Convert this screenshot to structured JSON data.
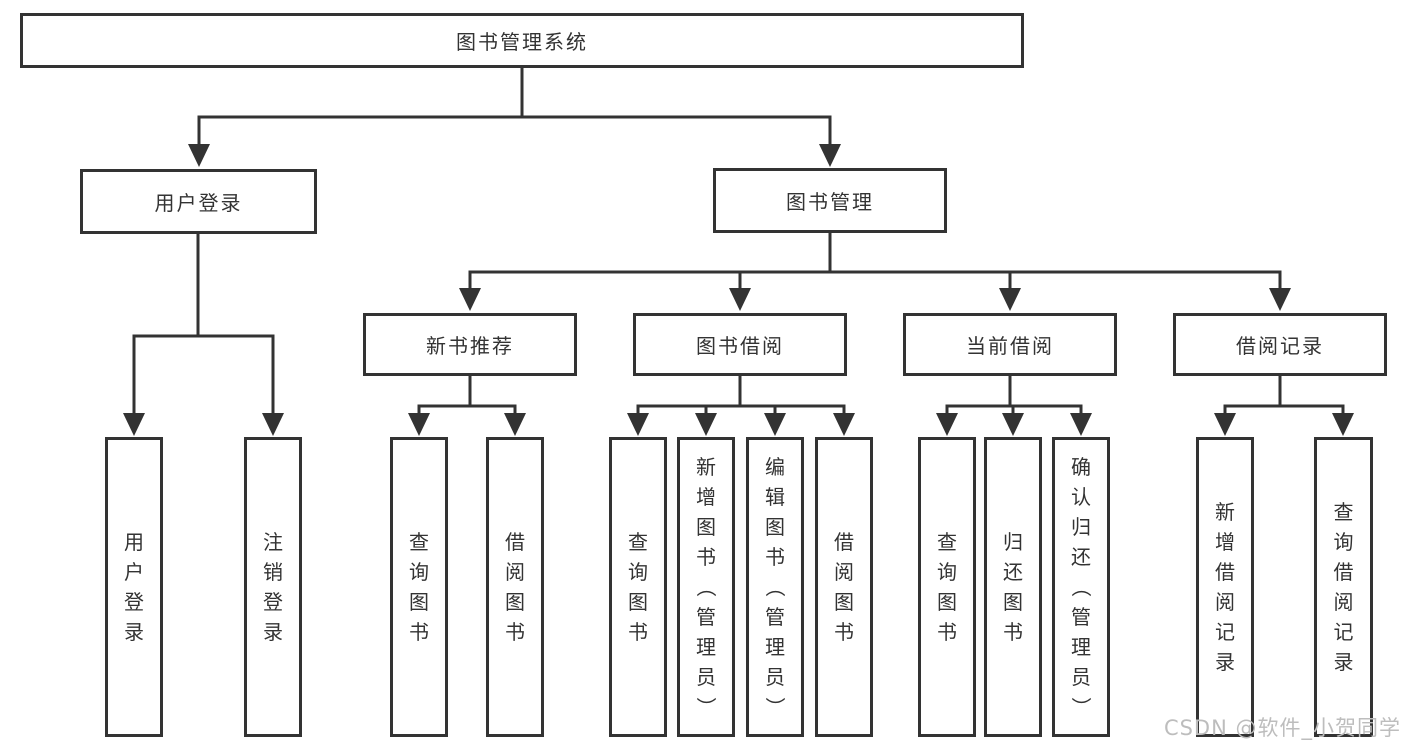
{
  "diagram": {
    "root": "图书管理系统",
    "user_branch": {
      "label": "用户登录",
      "children": [
        "用户登录",
        "注销登录"
      ]
    },
    "book_branch": {
      "label": "图书管理",
      "sections": [
        {
          "label": "新书推荐",
          "children": [
            "查询图书",
            "借阅图书"
          ]
        },
        {
          "label": "图书借阅",
          "children": [
            "查询图书",
            "新增图书（管理员）",
            "编辑图书（管理员）",
            "借阅图书"
          ]
        },
        {
          "label": "当前借阅",
          "children": [
            "查询图书",
            "归还图书",
            "确认归还（管理员）"
          ]
        },
        {
          "label": "借阅记录",
          "children": [
            "新增借阅记录",
            "查询借阅记录"
          ]
        }
      ]
    }
  },
  "watermark": "CSDN @软件_小贺同学",
  "colors": {
    "line": "#333333",
    "text": "#333333",
    "watermark_text": "#bdbdbd",
    "background": "#ffffff"
  }
}
